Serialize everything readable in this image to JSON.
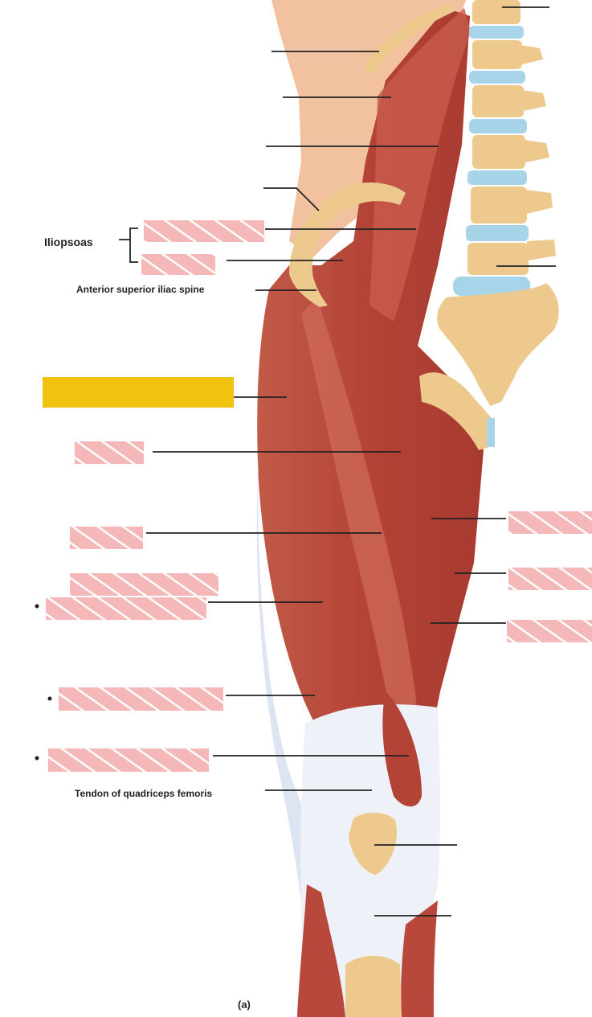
{
  "labels": {
    "iliopsoas": "Iliopsoas",
    "anterior_superior_iliac_spine": "Anterior superior iliac spine",
    "tendon_of_quadriceps_femoris": "Tendon of quadriceps femoris",
    "caption": "(a)"
  },
  "colors": {
    "skin": "#f2c2a0",
    "muscle": "#b9483c",
    "muscle_light": "#cf6a58",
    "bone": "#edc98e",
    "disc": "#a8d4ea",
    "tendon": "#eef1f7",
    "redaction_fill": "#f4b8b8",
    "highlight_box": "#f0c30f",
    "leader_line": "#222222"
  }
}
